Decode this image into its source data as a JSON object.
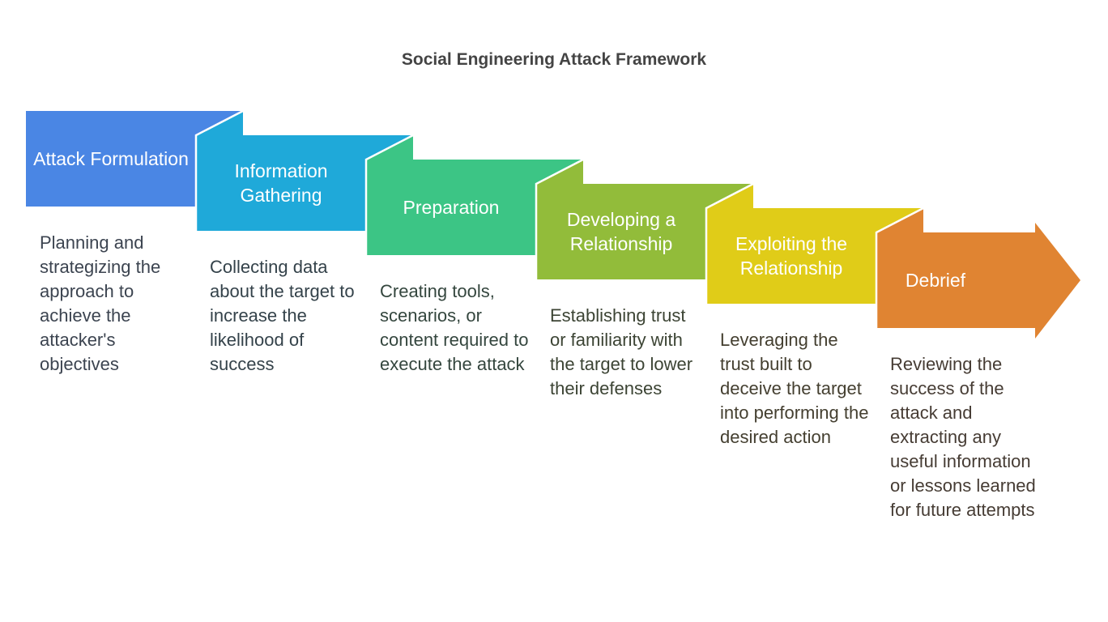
{
  "title": "Social Engineering Attack Framework",
  "steps": [
    {
      "label": "Attack Formulation",
      "description": "Planning and strategizing the approach to achieve the attacker's objectives",
      "color": "#4a86e4",
      "text_color": "#3c4450"
    },
    {
      "label": "Information Gathering",
      "description": "Collecting data about the target to increase the likelihood of success",
      "color": "#1fa9d9",
      "text_color": "#34424a"
    },
    {
      "label": "Preparation",
      "description": "Creating tools, scenarios, or content required to execute the attack",
      "color": "#3cc585",
      "text_color": "#34463e"
    },
    {
      "label": "Developing a Relationship",
      "description": "Establishing trust or familiarity with the target to lower their defenses",
      "color": "#92bc3a",
      "text_color": "#3c4434"
    },
    {
      "label": "Exploiting the Relationship",
      "description": "Leveraging the trust built to deceive the target into performing the desired action",
      "color": "#e0cc18",
      "text_color": "#443f30"
    },
    {
      "label": "Debrief",
      "description": "Reviewing the success of the attack and extracting any useful information or lessons learned for future attempts",
      "color": "#e08432",
      "text_color": "#463c34"
    }
  ]
}
